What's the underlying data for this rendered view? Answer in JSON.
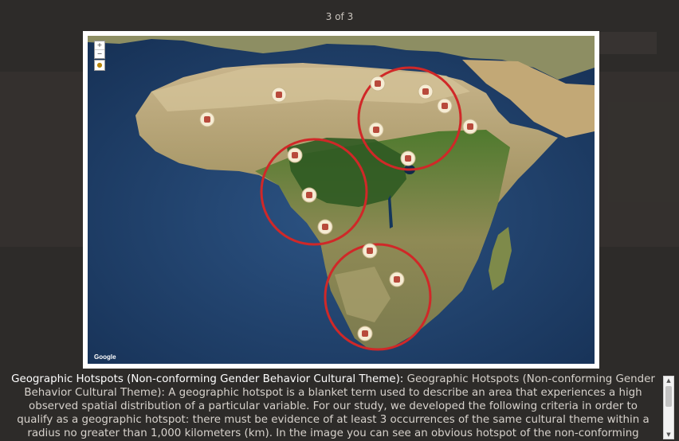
{
  "lightbox": {
    "counter": "3 of 3"
  },
  "map": {
    "attribution_logo": "Google",
    "zoom_in": "+",
    "zoom_out": "−",
    "hotspot_marker_icon": "cultural-theme-marker",
    "hotspot_circle_color": "#d02828"
  },
  "caption": {
    "title": "Geographic Hotspots (Non-conforming Gender Behavior Cultural Theme):",
    "body": " Geographic Hotspots (Non-conforming Gender Behavior Cultural Theme): A geographic hotspot is a blanket term used to describe an area that experiences a high observed spatial distribution of a particular variable. For our study, we developed the following criteria in order to qualify as a geographic hotspot: there must be evidence of at least 3 occurrences of the same cultural theme within a radius no greater than 1,000 kilometers (km). In the image you can see an obvious hotspot of the non-conforming"
  }
}
